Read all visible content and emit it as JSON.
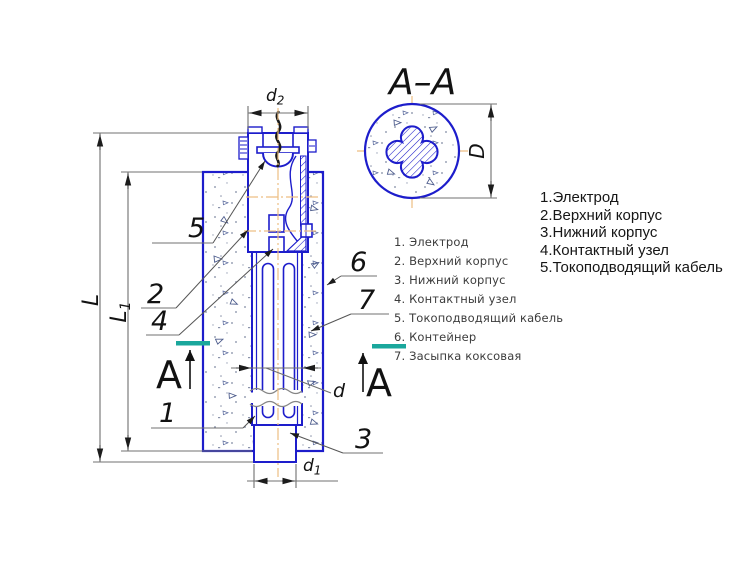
{
  "section_view": {
    "title": "А–А",
    "diameter_label": "D"
  },
  "dims": {
    "L": "L",
    "L1_main": "L",
    "L1_sub": "1",
    "d": "d",
    "d1_main": "d",
    "d1_sub": "1",
    "d2_main": "d",
    "d2_sub": "2"
  },
  "section_letters": {
    "left": "А",
    "right": "А"
  },
  "callouts": {
    "c1": "1",
    "c2": "2",
    "c3": "3",
    "c4": "4",
    "c5": "5",
    "c6": "6",
    "c7": "7"
  },
  "drawing_legend": {
    "items": [
      "1. Электрод",
      "2. Верхний корпус",
      "3. Нижний корпус",
      "4. Контактный узел",
      "5. Токоподводящий кабель",
      "6. Контейнер",
      "7. Засыпка коксовая"
    ]
  },
  "side_list": {
    "items": [
      "1.Электрод",
      "2.Верхний корпус",
      "3.Нижний корпус",
      "4.Контактный узел",
      "5.Токоподводящий кабель"
    ]
  },
  "colors": {
    "line_blue": "#1d1dcb",
    "centerline_orange": "#edbe82",
    "section_teal": "#1aa79c",
    "dim_gray": "#707070",
    "legend_gray": "#3c3c3c",
    "text_black": "#161616"
  }
}
